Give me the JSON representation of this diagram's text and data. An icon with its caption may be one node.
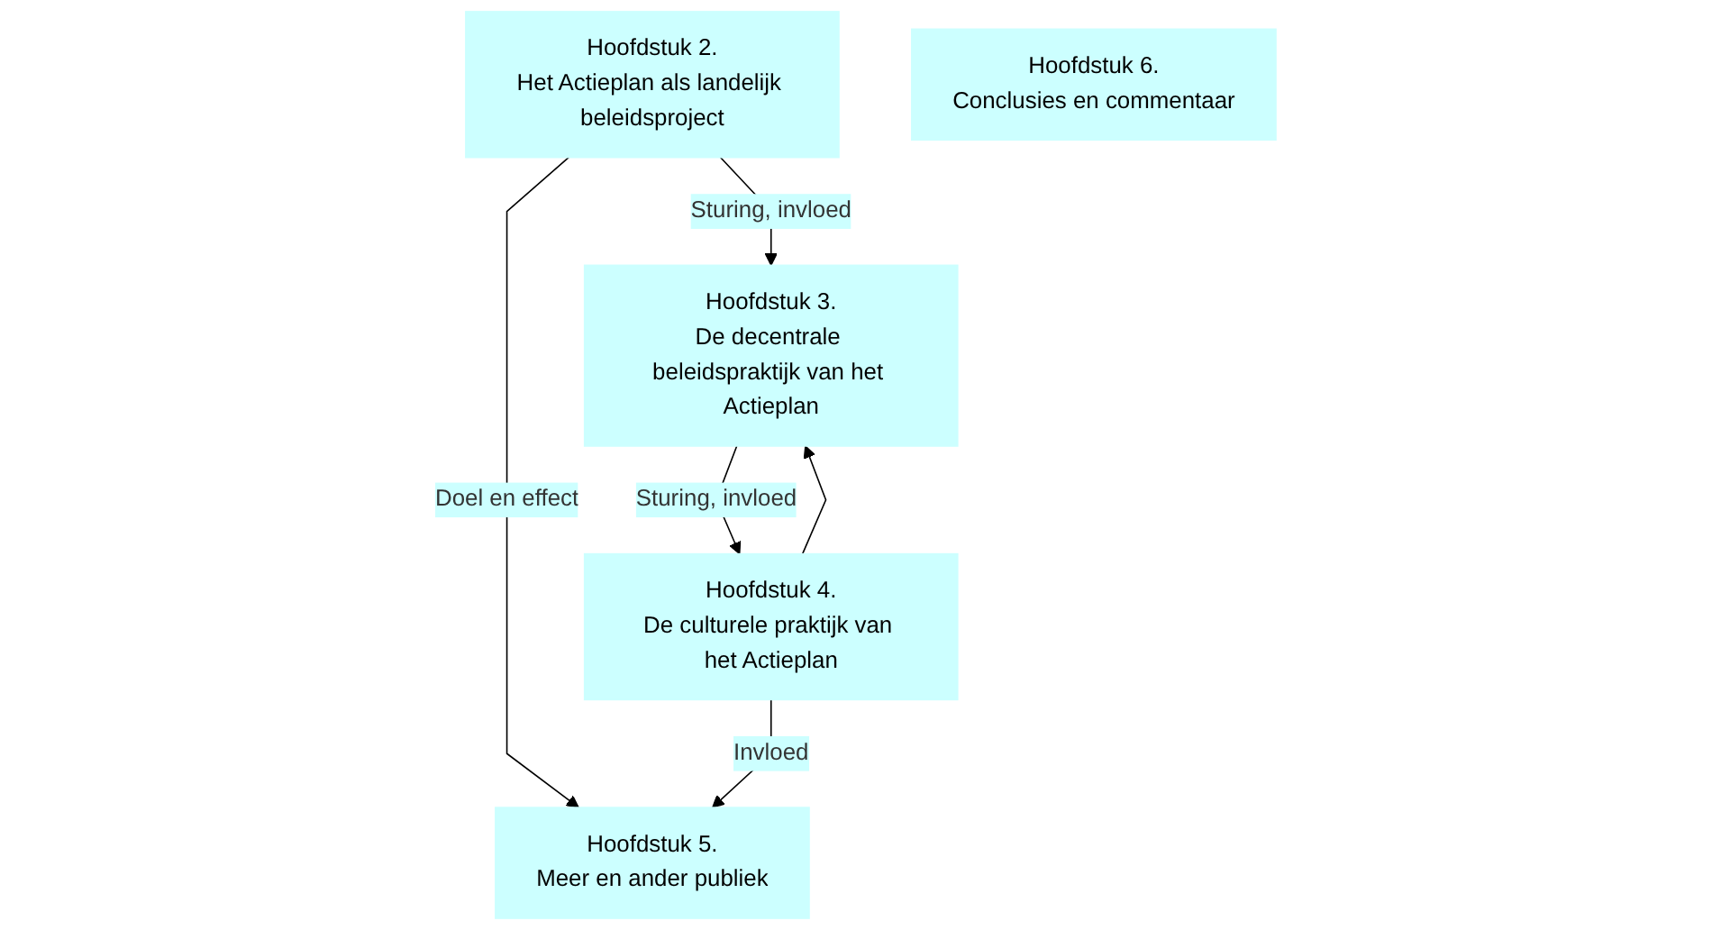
{
  "diagram": {
    "nodes": [
      {
        "text": [
          "Hoofdstuk 2.",
          "Het Actieplan als landelijk beleidsproject"
        ]
      },
      {
        "text": [
          "Hoofdstuk 3.",
          "De decentrale beleidspraktijk van het Actieplan"
        ]
      },
      {
        "text": [
          "Hoofdstuk 6.",
          "Conclusies en commentaar"
        ]
      },
      {
        "text": [
          "Hoofdstuk 5.",
          "Meer en ander publiek"
        ]
      },
      {
        "text": [
          "Hoofdstuk 4.",
          "De culturele praktijk van het Actieplan"
        ]
      }
    ],
    "edges": [
      {
        "from": 0,
        "to": 1,
        "arrow": "to",
        "label": "Sturing, invloed"
      },
      {
        "from": 0,
        "to": 3,
        "arrow": "to",
        "label": "Doel en effect"
      },
      {
        "from": 1,
        "to": 4,
        "arrow": "to",
        "label": "Sturing, invloed"
      },
      {
        "from": 4,
        "to": 1,
        "arrow": "to"
      },
      {
        "from": 4,
        "to": 3,
        "arrow": "to",
        "label": "Invloed"
      }
    ]
  }
}
